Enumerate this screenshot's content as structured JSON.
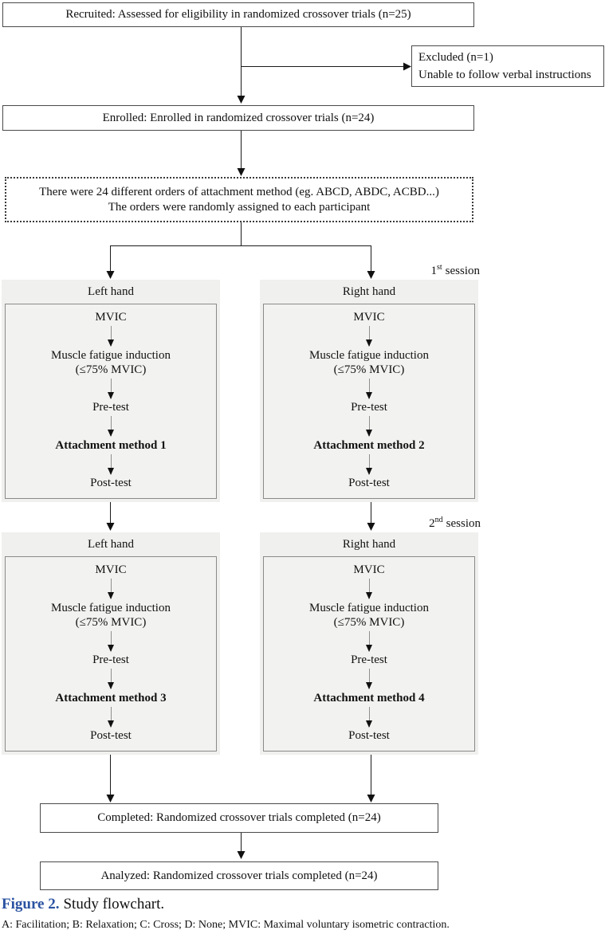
{
  "colors": {
    "accent_blue": "#2a52a2",
    "panel_gray": "#f0f0ee",
    "line_black": "#1a1a1a",
    "inner_border_gray": "#8a8a8a"
  },
  "flow": {
    "recruited": "Recruited: Assessed for eligibility in randomized crossover trials (n=25)",
    "excluded": [
      "Excluded (n=1)",
      "Unable to follow verbal instructions"
    ],
    "enrolled": "Enrolled: Enrolled in randomized crossover trials (n=24)",
    "randomization": [
      "There were 24 different orders of attachment method (eg. ABCD, ABDC, ACBD...)",
      "The orders were randomly assigned to each participant"
    ],
    "completed": "Completed: Randomized crossover trials completed (n=24)",
    "analyzed": "Analyzed: Randomized crossover trials completed (n=24)"
  },
  "sessions": [
    {
      "num": "1",
      "sup": "st",
      "word": "session"
    },
    {
      "num": "2",
      "sup": "nd",
      "word": "session"
    }
  ],
  "panels": [
    {
      "hand": "Left hand",
      "mvic": "MVIC",
      "fatigue1": "Muscle fatigue induction",
      "fatigue2": "(≤75% MVIC)",
      "pre": "Pre-test",
      "method": "Attachment method 1",
      "post": "Post-test"
    },
    {
      "hand": "Right hand",
      "mvic": "MVIC",
      "fatigue1": "Muscle fatigue induction",
      "fatigue2": "(≤75% MVIC)",
      "pre": "Pre-test",
      "method": "Attachment method 2",
      "post": "Post-test"
    },
    {
      "hand": "Left hand",
      "mvic": "MVIC",
      "fatigue1": "Muscle fatigue induction",
      "fatigue2": "(≤75% MVIC)",
      "pre": "Pre-test",
      "method": "Attachment method 3",
      "post": "Post-test"
    },
    {
      "hand": "Right hand",
      "mvic": "MVIC",
      "fatigue1": "Muscle fatigue induction",
      "fatigue2": "(≤75% MVIC)",
      "pre": "Pre-test",
      "method": "Attachment method 4",
      "post": "Post-test"
    }
  ],
  "caption": {
    "label": "Figure 2.",
    "text": "Study flowchart."
  },
  "footnote": "A: Facilitation; B: Relaxation; C: Cross; D: None; MVIC: Maximal voluntary isometric contraction."
}
